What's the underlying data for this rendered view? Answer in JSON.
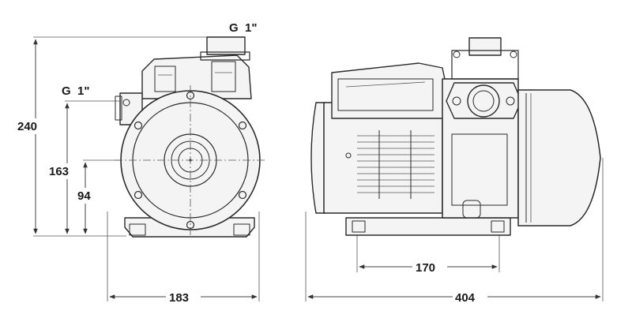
{
  "labels": {
    "outlet_connection": "G  1\"",
    "inlet_connection": "G  1\""
  },
  "dimensions": {
    "total_height": "240",
    "inlet_height": "163",
    "shaft_height": "94",
    "front_width": "183",
    "base_hole_spacing": "170",
    "total_length": "404"
  }
}
